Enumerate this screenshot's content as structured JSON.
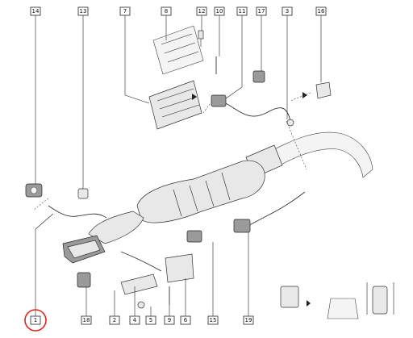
{
  "diagram": {
    "callouts": [
      {
        "id": "c14",
        "label": "14"
      },
      {
        "id": "c13",
        "label": "13"
      },
      {
        "id": "c7",
        "label": "7"
      },
      {
        "id": "c8",
        "label": "8"
      },
      {
        "id": "c12",
        "label": "12"
      },
      {
        "id": "c10",
        "label": "10"
      },
      {
        "id": "c11",
        "label": "11"
      },
      {
        "id": "c17",
        "label": "17"
      },
      {
        "id": "c3",
        "label": "3"
      },
      {
        "id": "c16",
        "label": "16"
      },
      {
        "id": "c1",
        "label": "1"
      },
      {
        "id": "c18",
        "label": "18"
      },
      {
        "id": "c2",
        "label": "2"
      },
      {
        "id": "c4",
        "label": "4"
      },
      {
        "id": "c5",
        "label": "5"
      },
      {
        "id": "c9",
        "label": "9"
      },
      {
        "id": "c6",
        "label": "6"
      },
      {
        "id": "c15",
        "label": "15"
      },
      {
        "id": "c19",
        "label": "19"
      }
    ],
    "highlighted_callout": "1",
    "highlight_color": "#e1261c"
  }
}
